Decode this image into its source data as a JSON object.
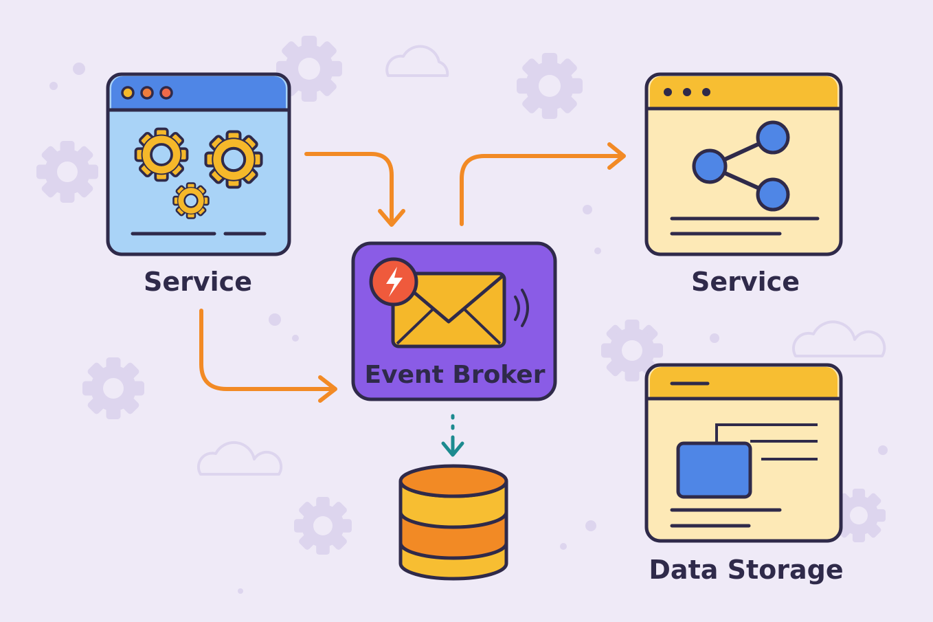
{
  "nodes": {
    "service_left": {
      "label": "Service",
      "icon": "gears-icon"
    },
    "service_right": {
      "label": "Service",
      "icon": "share-icon"
    },
    "broker": {
      "label": "Event Broker",
      "icon": "envelope-icon",
      "badge_icon": "lightning-icon"
    },
    "database": {
      "icon": "database-icon"
    },
    "storage": {
      "label": "Data Storage",
      "icon": "hierarchy-icon"
    }
  },
  "colors": {
    "background": "#efeaf7",
    "outline": "#2f2a4a",
    "arrow": "#f28a25",
    "broker": "#8a5ce6",
    "blue_window": "#a9d3f7",
    "blue_header": "#4f86e6",
    "yellow_window": "#fde9b6",
    "yellow_header": "#f7be32",
    "gear": "#f5b82a",
    "share_node": "#4f86e6",
    "badge": "#ef5a3c",
    "db_orange": "#f28a25",
    "db_yellow": "#f7be32",
    "dotted_arrow": "#1c8a8f",
    "decor": "#ddd5ee"
  }
}
